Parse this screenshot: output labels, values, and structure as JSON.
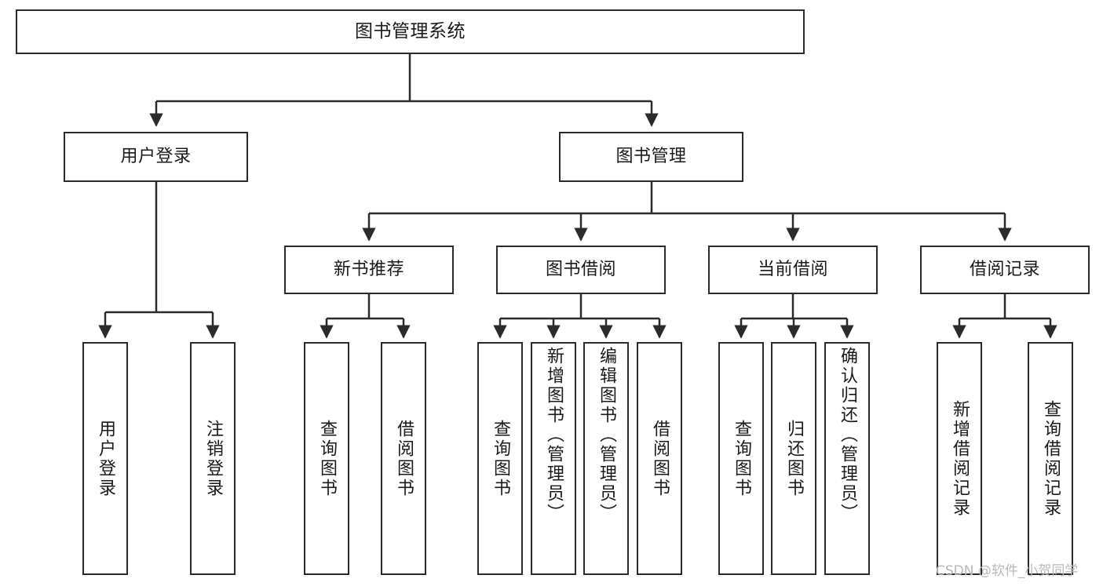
{
  "diagram": {
    "type": "tree-hierarchy",
    "title": "图书管理系统",
    "watermark": "CSDN @软件_小贺同学",
    "colors": {
      "box_border": "#2b2b2b",
      "box_fill": "#ffffff",
      "edge": "#2b2b2b",
      "text": "#1a1a1a",
      "watermark": "#b9b9b9",
      "background": "#ffffff"
    },
    "levels": {
      "root": {
        "label": "图书管理系统"
      },
      "level2": [
        {
          "id": "user-login",
          "label": "用户登录"
        },
        {
          "id": "book-management",
          "label": "图书管理"
        }
      ],
      "level3": [
        {
          "id": "new-book-recommend",
          "label": "新书推荐",
          "parent": "book-management"
        },
        {
          "id": "book-borrow",
          "label": "图书借阅",
          "parent": "book-management"
        },
        {
          "id": "current-borrow",
          "label": "当前借阅",
          "parent": "book-management"
        },
        {
          "id": "borrow-record",
          "label": "借阅记录",
          "parent": "book-management"
        }
      ],
      "leaves": {
        "user_login": [
          {
            "id": "leaf-user-login",
            "label": "用户登录"
          },
          {
            "id": "leaf-logout-login",
            "label": "注销登录"
          }
        ],
        "new_book_recommend": [
          {
            "id": "leaf-query-book-1",
            "label": "查询图书"
          },
          {
            "id": "leaf-borrow-book-1",
            "label": "借阅图书"
          }
        ],
        "book_borrow": [
          {
            "id": "leaf-query-book-2",
            "label": "查询图书"
          },
          {
            "id": "leaf-add-book-admin",
            "label": "新增图书（管理员）"
          },
          {
            "id": "leaf-edit-book-admin",
            "label": "编辑图书（管理员）"
          },
          {
            "id": "leaf-borrow-book-2",
            "label": "借阅图书"
          }
        ],
        "current_borrow": [
          {
            "id": "leaf-query-book-3",
            "label": "查询图书"
          },
          {
            "id": "leaf-return-book",
            "label": "归还图书"
          },
          {
            "id": "leaf-confirm-return-admin",
            "label": "确认归还（管理员）"
          }
        ],
        "borrow_record": [
          {
            "id": "leaf-add-borrow-record",
            "label": "新增借阅记录"
          },
          {
            "id": "leaf-query-borrow-record",
            "label": "查询借阅记录"
          }
        ]
      }
    }
  }
}
